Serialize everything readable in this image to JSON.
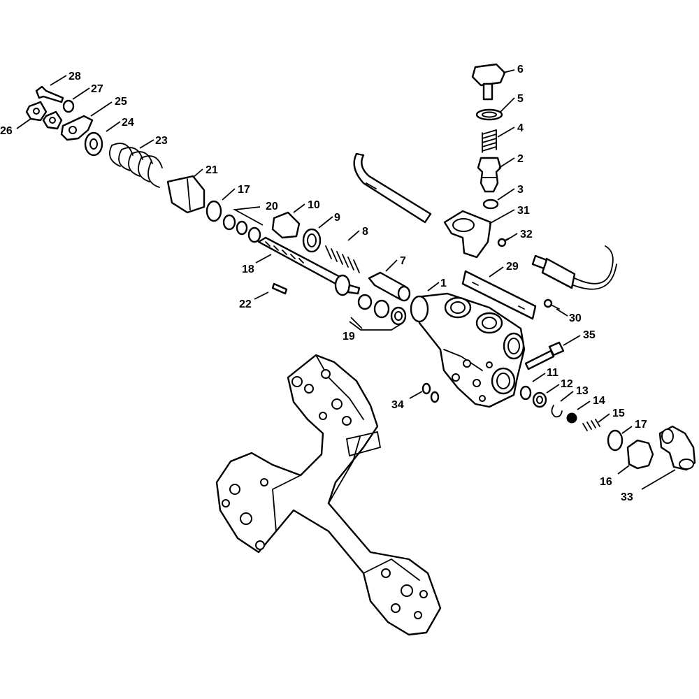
{
  "callouts": {
    "c1": "1",
    "c2": "2",
    "c3": "3",
    "c4": "4",
    "c5": "5",
    "c6": "6",
    "c7": "7",
    "c8": "8",
    "c9": "9",
    "c10": "10",
    "c11": "11",
    "c12": "12",
    "c13": "13",
    "c14": "14",
    "c15": "15",
    "c16": "16",
    "c17a": "17",
    "c17b": "17",
    "c18": "18",
    "c19": "19",
    "c20": "20",
    "c21": "21",
    "c22": "22",
    "c23": "23",
    "c24": "24",
    "c25": "25",
    "c26": "26",
    "c27": "27",
    "c28": "28",
    "c29": "29",
    "c30": "30",
    "c31": "31",
    "c32": "32",
    "c33": "33",
    "c34": "34",
    "c35": "35"
  }
}
